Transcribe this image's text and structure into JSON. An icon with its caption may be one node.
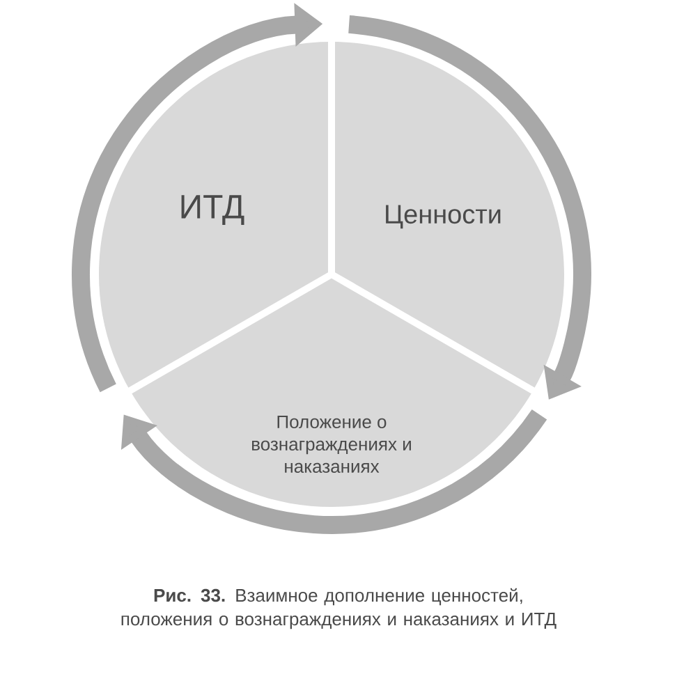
{
  "diagram": {
    "caption": "**Рис. 33.** Взаимное дополнение ценностей, положения о вознаграждениях и наказаниях и ИТД",
    "nodes": [
      {
        "text": [
          "ИТД"
        ]
      },
      {
        "text": [
          "Ценности"
        ]
      },
      {
        "text": [
          "Положение о вознаграждениях и наказаниях"
        ]
      }
    ]
  }
}
